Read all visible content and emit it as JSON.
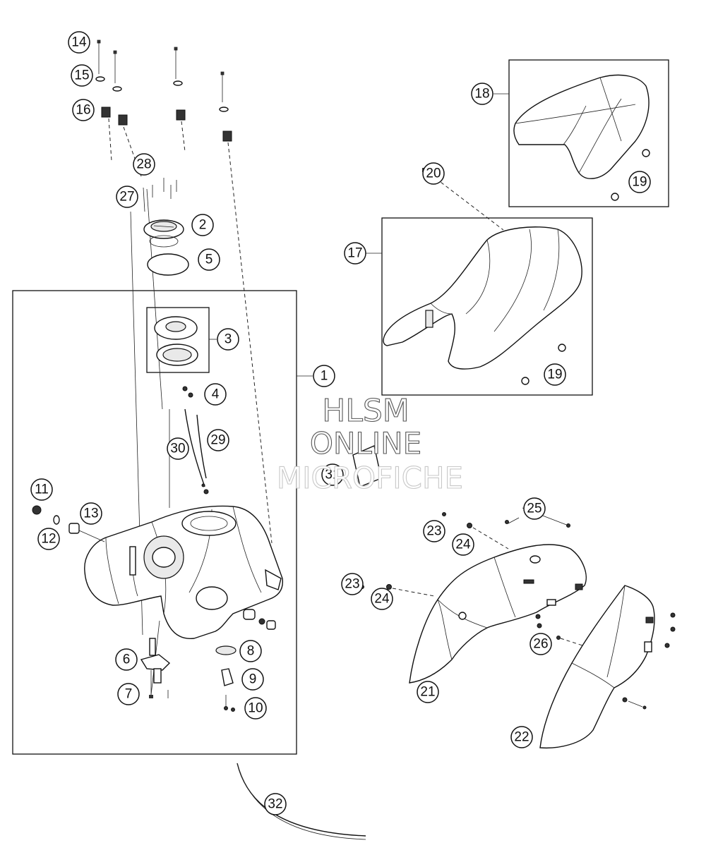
{
  "callouts": [
    {
      "label": "1"
    },
    {
      "label": "2"
    },
    {
      "label": "3"
    },
    {
      "label": "4"
    },
    {
      "label": "5"
    },
    {
      "label": "6"
    },
    {
      "label": "7"
    },
    {
      "label": "8"
    },
    {
      "label": "9"
    },
    {
      "label": "10"
    },
    {
      "label": "11"
    },
    {
      "label": "12"
    },
    {
      "label": "13"
    },
    {
      "label": "14"
    },
    {
      "label": "15"
    },
    {
      "label": "16"
    },
    {
      "label": "17"
    },
    {
      "label": "18"
    },
    {
      "label": "19"
    },
    {
      "label": "19"
    },
    {
      "label": "20"
    },
    {
      "label": "21"
    },
    {
      "label": "22"
    },
    {
      "label": "23"
    },
    {
      "label": "23"
    },
    {
      "label": "24"
    },
    {
      "label": "24"
    },
    {
      "label": "25"
    },
    {
      "label": "26"
    },
    {
      "label": "27"
    },
    {
      "label": "28"
    },
    {
      "label": "29"
    },
    {
      "label": "30"
    },
    {
      "label": "31"
    },
    {
      "label": "32"
    }
  ],
  "watermark": {
    "line1": "HLSM",
    "line2": "ONLINE",
    "line3": "MICROFICHE"
  }
}
